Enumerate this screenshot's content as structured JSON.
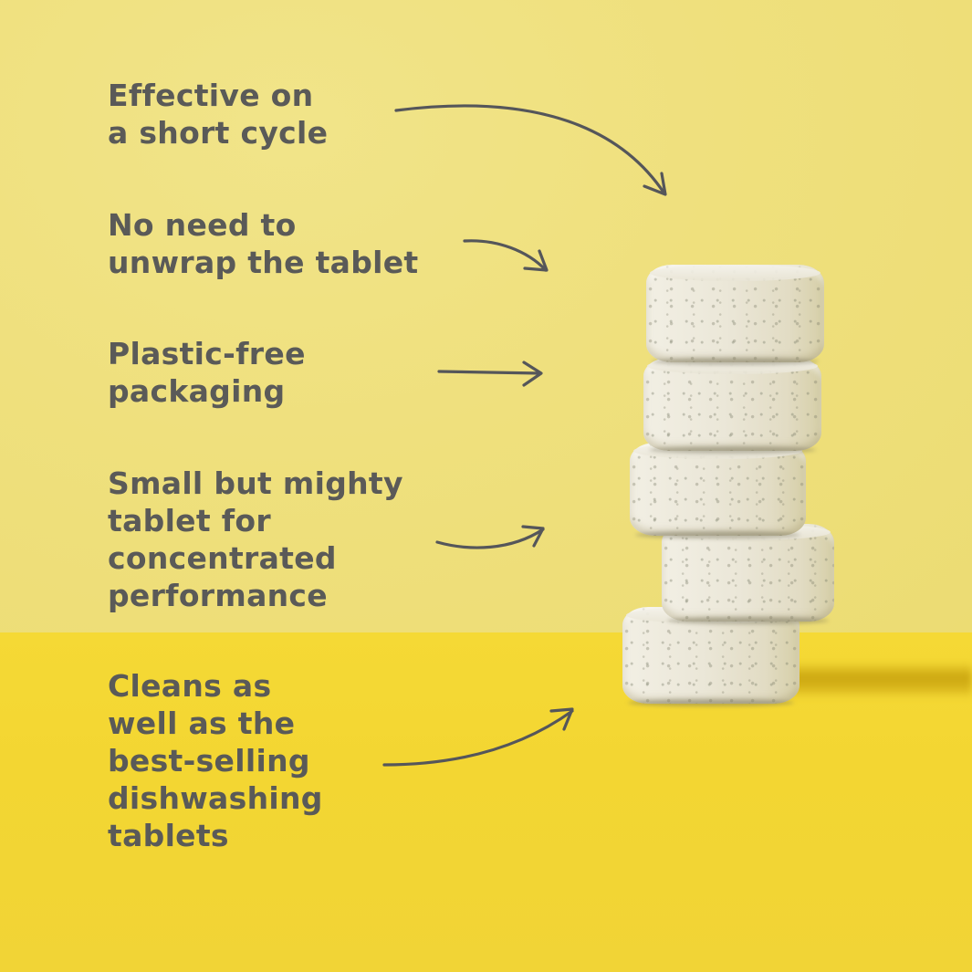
{
  "scene": {
    "description": "Product infographic: stack of five dishwasher tablets on a yellow background with feature callouts",
    "colors": {
      "wall": "#efe07d",
      "floor": "#f3d632",
      "text": "#5a5a58",
      "arrow": "#55565a",
      "tablet": "#ebe7d8"
    }
  },
  "features": [
    {
      "id": "short-cycle",
      "text": "Effective on\na short cycle"
    },
    {
      "id": "no-unwrap",
      "text": "No need to\nunwrap the tablet"
    },
    {
      "id": "plastic-free",
      "text": "Plastic-free\npackaging"
    },
    {
      "id": "small-mighty",
      "text": "Small but mighty\ntablet for\nconcentrated\nperformance"
    },
    {
      "id": "cleans-well",
      "text": "Cleans as\nwell as the\nbest-selling\ndishwashing\ntablets"
    }
  ],
  "arrows": [
    {
      "id": "arrow-1",
      "icon": "curved-arrow-down-right-icon"
    },
    {
      "id": "arrow-2",
      "icon": "curved-arrow-down-right-icon"
    },
    {
      "id": "arrow-3",
      "icon": "straight-arrow-right-icon"
    },
    {
      "id": "arrow-4",
      "icon": "curved-arrow-up-right-icon"
    },
    {
      "id": "arrow-5",
      "icon": "curved-arrow-up-right-icon"
    }
  ],
  "product": {
    "tablet_count": 5
  }
}
